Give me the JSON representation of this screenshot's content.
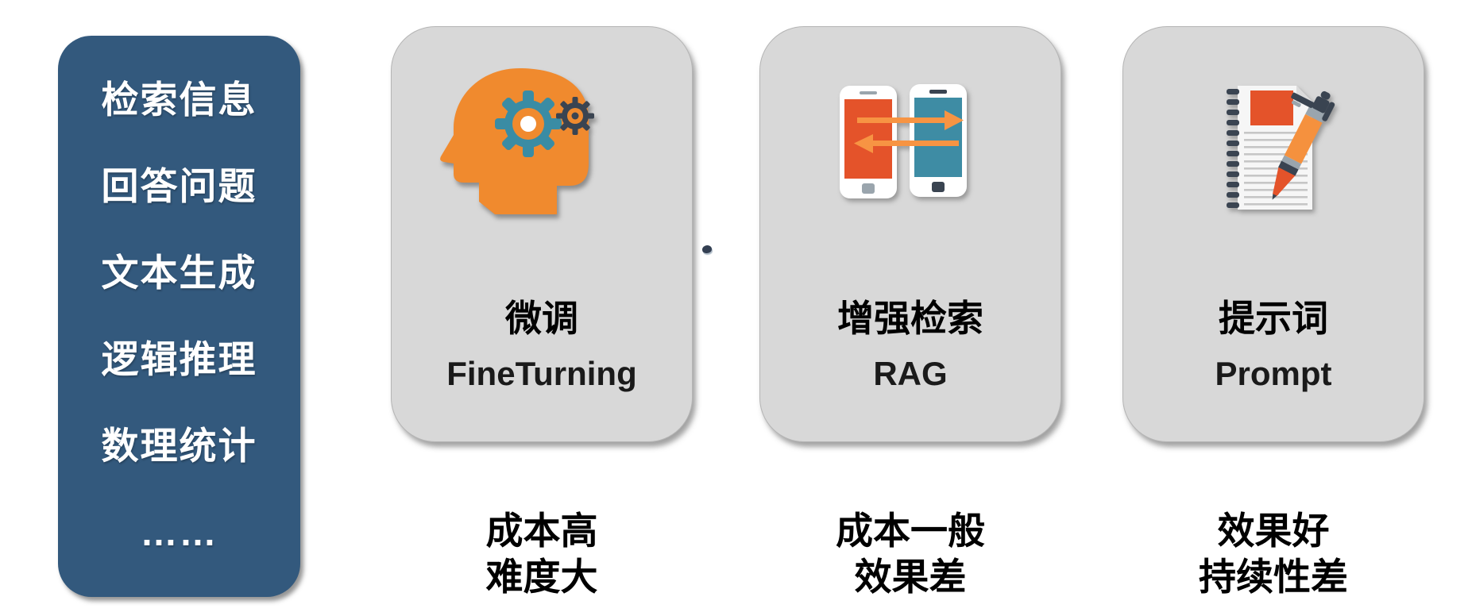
{
  "slide": {
    "background": "#FFFFFF",
    "colors": {
      "panel_blue": "#33597D",
      "card_gray": "#D8D8D8",
      "accent_orange": "#F08A2E",
      "accent_orange_red": "#E4532A",
      "arrow_orange": "#F79443",
      "accent_teal": "#3A8CA4",
      "accent_dark_navy": "#3A4451",
      "text_black": "#000000",
      "text_white": "#FFFFFF"
    }
  },
  "capabilities_panel": {
    "items": [
      "检索信息",
      "回答问题",
      "文本生成",
      "逻辑推理",
      "数理统计",
      "……"
    ]
  },
  "methods": [
    {
      "icon": "head-gears-icon",
      "title_zh": "微调",
      "title_en": "FineTurning",
      "note_lines": [
        "成本高",
        "难度大"
      ]
    },
    {
      "icon": "phones-sync-icon",
      "title_zh": "增强检索",
      "title_en": "RAG",
      "note_lines": [
        "成本一般",
        "效果差"
      ]
    },
    {
      "icon": "notebook-pen-icon",
      "title_zh": "提示词",
      "title_en": "Prompt",
      "note_lines": [
        "效果好",
        "持续性差"
      ]
    }
  ]
}
